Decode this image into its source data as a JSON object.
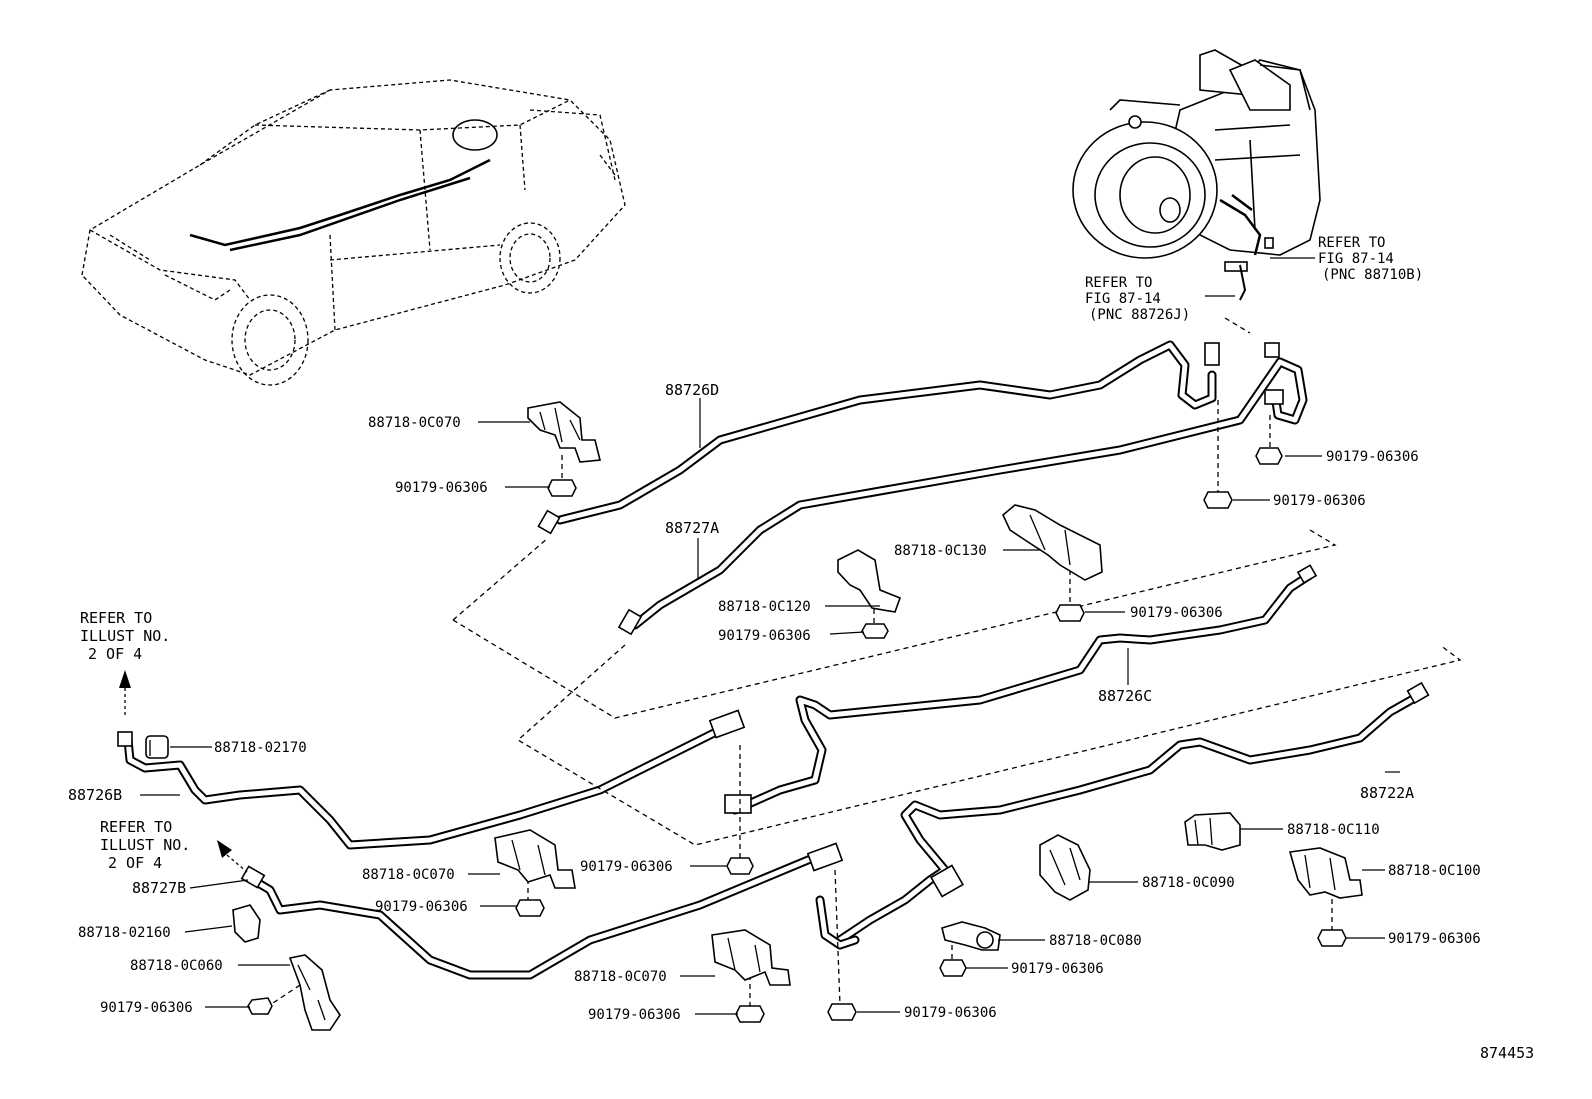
{
  "diagram": {
    "ref_number": "874453",
    "refer_notes": {
      "upper_right": [
        "REFER TO",
        "FIG 87-14",
        "(PNC 88710B)"
      ],
      "upper_middle": [
        "REFER TO",
        "FIG 87-14",
        "(PNC 88726J)"
      ],
      "left_upper": [
        "REFER TO",
        "ILLUST NO.",
        "2 OF 4"
      ],
      "left_lower": [
        "REFER TO",
        "ILLUST NO.",
        "2 OF 4"
      ]
    },
    "tube_labels": {
      "t88726D": "88726D",
      "t88727A": "88727A",
      "t88726C": "88726C",
      "t88722A": "88722A",
      "t88726B": "88726B",
      "t88727B": "88727B"
    },
    "part_labels": {
      "c0c070_top": "88718-0C070",
      "n_top_left": "90179-06306",
      "c0c130": "88718-0C130",
      "c0c120": "88718-0C120",
      "n_c0c120": "90179-06306",
      "n_c0c130": "90179-06306",
      "n_right_1": "90179-06306",
      "n_right_2": "90179-06306",
      "c02170": "88718-02170",
      "c0c070_mid": "88718-0C070",
      "n_mid": "90179-06306",
      "n_center": "90179-06306",
      "c02160": "88718-02160",
      "c0c060": "88718-0C060",
      "n_bottom_left": "90179-06306",
      "c0c070_bot": "88718-0C070",
      "n_bottom_mid": "90179-06306",
      "n_bottom_center": "90179-06306",
      "c0c110": "88718-0C110",
      "c0c100": "88718-0C100",
      "c0c090": "88718-0C090",
      "c0c080": "88718-0C080",
      "n_c0c080": "90179-06306",
      "n_right_bottom": "90179-06306"
    }
  }
}
